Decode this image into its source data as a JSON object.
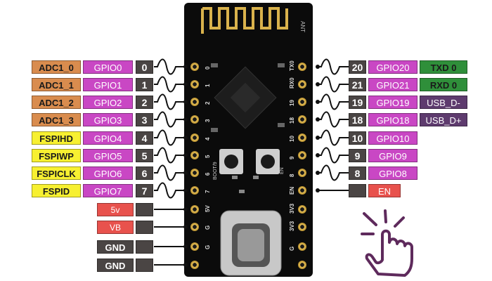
{
  "board": {
    "antenna_label": "ANT",
    "boot_label": "BOOT/9",
    "en_label": "EN"
  },
  "left_pins": [
    {
      "func": "ADC1_0",
      "gpio": "GPIO0",
      "num": "0"
    },
    {
      "func": "ADC1_1",
      "gpio": "GPIO1",
      "num": "1"
    },
    {
      "func": "ADC1_2",
      "gpio": "GPIO2",
      "num": "2"
    },
    {
      "func": "ADC1_3",
      "gpio": "GPIO3",
      "num": "3"
    },
    {
      "func": "FSPIHD",
      "gpio": "GPIO4",
      "num": "4"
    },
    {
      "func": "FSPIWP",
      "gpio": "GPIO5",
      "num": "5"
    },
    {
      "func": "FSPICLK",
      "gpio": "GPIO6",
      "num": "6"
    },
    {
      "func": "FSPID",
      "gpio": "GPIO7",
      "num": "7"
    }
  ],
  "left_power": [
    {
      "label": "5v"
    },
    {
      "label": "VB"
    },
    {
      "label": "GND"
    },
    {
      "label": "GND"
    }
  ],
  "right_pins": [
    {
      "num": "20",
      "gpio": "GPIO20",
      "func": "TXD 0"
    },
    {
      "num": "21",
      "gpio": "GPIO21",
      "func": "RXD 0"
    },
    {
      "num": "19",
      "gpio": "GPIO19",
      "func": "USB_D-"
    },
    {
      "num": "18",
      "gpio": "GPIO18",
      "func": "USB_D+"
    },
    {
      "num": "10",
      "gpio": "GPIO10",
      "func": ""
    },
    {
      "num": "9",
      "gpio": "GPIO9",
      "func": ""
    },
    {
      "num": "8",
      "gpio": "GPIO8",
      "func": ""
    },
    {
      "num": "",
      "gpio": "EN",
      "func": ""
    }
  ],
  "silkscreen_left": [
    "0",
    "1",
    "2",
    "3",
    "4",
    "5",
    "6",
    "7",
    "5V",
    "G",
    "G"
  ],
  "silkscreen_right": [
    "TX0",
    "RX0",
    "19",
    "18",
    "10",
    "9",
    "8",
    "EN",
    "3V3",
    "3V3",
    "G"
  ],
  "colors": {
    "adc": "#d98c4e",
    "fspi": "#f7f031",
    "gpio": "#c947c4",
    "pin": "#4a4544",
    "power": "#e8524d",
    "uart": "#2f8f3a",
    "usb": "#5e3b6e",
    "board": "#0b0b0b",
    "gold": "#d9b24c"
  },
  "icons": {
    "touch": "hand-pointer-icon"
  }
}
